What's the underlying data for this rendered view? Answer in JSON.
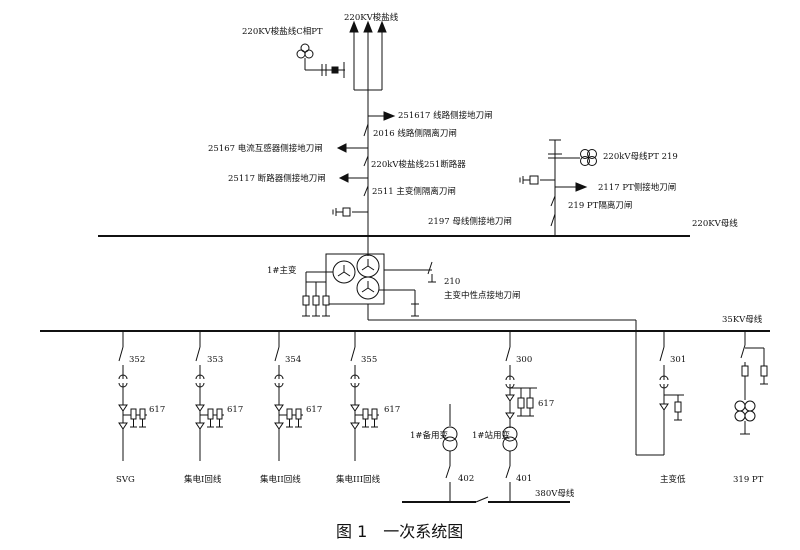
{
  "labels": {
    "line_220": "220KV梭盐线",
    "pt_c": "220KV梭盐线C相PT",
    "sw_251617": "251617 线路侧接地刀闸",
    "sw_2016": "2016 线路侧隔离刀闸",
    "sw_25167": "25167 电流互感器侧接地刀闸",
    "brk_251": "220kV梭盐线251断路器",
    "sw_25117": "25117 断路器侧接地刀闸",
    "sw_2511": "2511 主变侧隔离刀闸",
    "pt_219": "220kV母线PT 219",
    "sw_2117": "2117 PT侧接地刀闸",
    "sw_219": "219 PT隔离刀闸",
    "sw_2197": "2197 母线侧接地刀闸",
    "bus_220": "220KV母线",
    "main_tx": "1#主变",
    "sw_210": "210",
    "neutral": "主变中性点接地刀闸",
    "bus_35": "35KV母线",
    "f352": "352",
    "f353": "353",
    "f354": "354",
    "f355": "355",
    "f300": "300",
    "f301": "301",
    "g617": "617",
    "n_svg": "SVG",
    "n_1": "集电I回线",
    "n_2": "集电II回线",
    "n_3": "集电III回线",
    "n_low": "主变低",
    "n_319": "319 PT",
    "tx_standby": "1#备用变",
    "tx_station": "1#站用变",
    "sw_402": "402",
    "sw_401": "401",
    "bus_380": "380V母线"
  },
  "caption": "图 1　一次系统图"
}
